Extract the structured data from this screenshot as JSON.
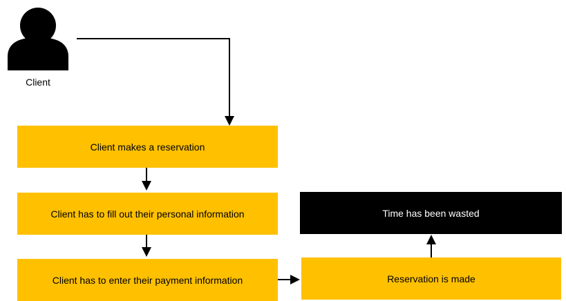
{
  "actor": {
    "label": "Client",
    "icon": "person-icon"
  },
  "steps": {
    "reservation": "Client makes a reservation",
    "personal_info": "Client has to fill out their personal information",
    "payment_info": "Client has to enter their payment information",
    "reservation_made": "Reservation is made",
    "time_wasted": "Time has been wasted"
  },
  "colors": {
    "step_fill": "#FFC000",
    "outcome_fill": "#000000",
    "outcome_text": "#FFFFFF",
    "connector": "#000000"
  }
}
